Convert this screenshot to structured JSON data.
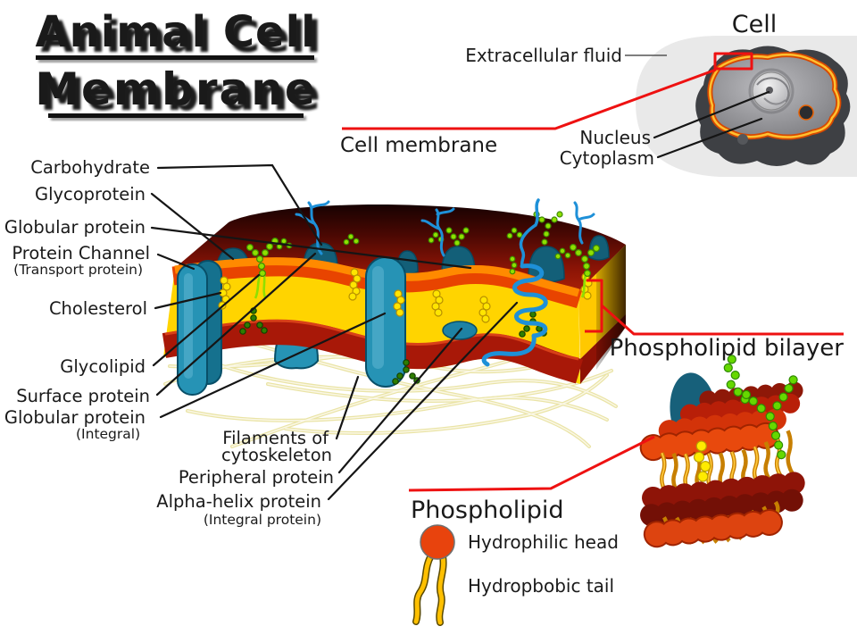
{
  "title": {
    "line1": "Animal Cell",
    "line2": "Membrane"
  },
  "cell_inset": {
    "title": "Cell",
    "extracellular_fluid": "Extracellular fluid",
    "cell_membrane": "Cell membrane",
    "nucleus": "Nucleus",
    "cytoplasm": "Cytoplasm"
  },
  "membrane_labels": [
    {
      "label": "Carbohydrate"
    },
    {
      "label": "Glycoprotein"
    },
    {
      "label": "Globular protein"
    },
    {
      "label": "Protein Channel",
      "sub": "(Transport protein)"
    },
    {
      "label": "Cholesterol"
    },
    {
      "label": "Glycolipid"
    },
    {
      "label": "Surface protein"
    },
    {
      "label": "Globular protein",
      "sub": "(Integral)"
    },
    {
      "label": "Filaments of",
      "sub": "cytoskeleton"
    },
    {
      "label": "Peripheral protein"
    },
    {
      "label": "Alpha-helix protein",
      "sub": "(Integral protein)"
    }
  ],
  "phospholipid_panel": {
    "bilayer_label": "Phospholipid bilayer",
    "title": "Phospholipid",
    "head_label": "Hydrophilic head",
    "tail_label": "Hydropbobic tail"
  },
  "colors": {
    "annotation_red": "#ee1111",
    "membrane_yellow": "#ffd400",
    "membrane_orange": "#ff7a00",
    "membrane_dark_red": "#a01505",
    "protein_teal": "#2693b5",
    "glycan_green": "#8fe000",
    "carbohydrate_blue": "#1e90d8",
    "cholesterol_yellow": "#ffe500",
    "filament_cream": "#eae4a6",
    "background": "#ffffff"
  }
}
